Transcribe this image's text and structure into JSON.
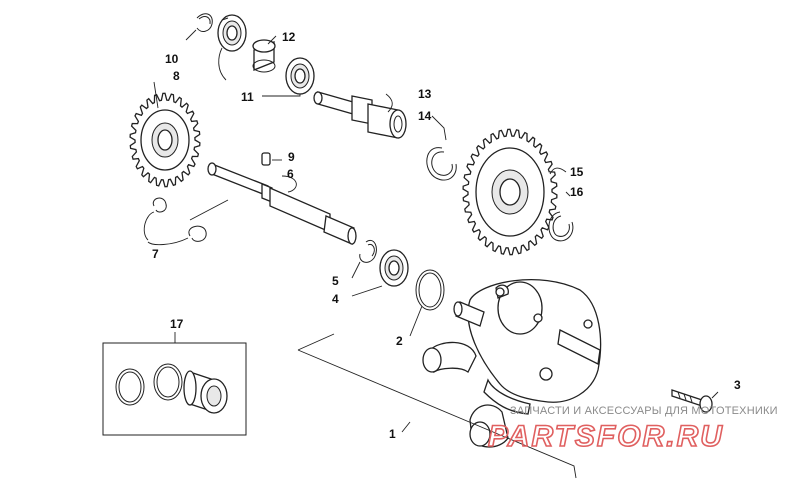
{
  "callouts": {
    "c1": "1",
    "c2": "2",
    "c3": "3",
    "c4": "4",
    "c5": "5",
    "c6": "6",
    "c7": "7",
    "c8": "8",
    "c9": "9",
    "c10": "10",
    "c11": "11",
    "c12": "12",
    "c13": "13",
    "c14": "14",
    "c15": "15",
    "c16": "16",
    "c17": "17"
  },
  "watermark": {
    "caption": "ЗАПЧАСТИ И АКСЕССУАРЫ ДЛЯ МОТОТЕХНИКИ",
    "logo": "PARTSFOR.RU",
    "logo_color": "#e06060"
  }
}
